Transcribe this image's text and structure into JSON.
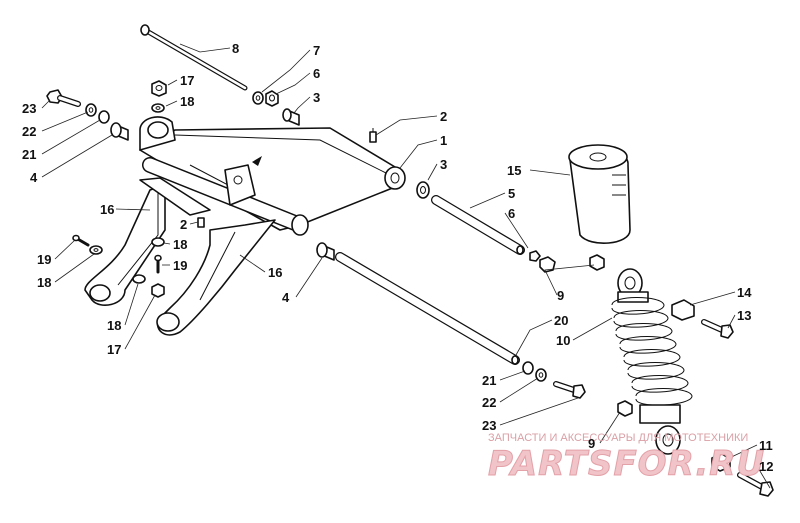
{
  "callouts": [
    {
      "label": "8"
    },
    {
      "label": "7"
    },
    {
      "label": "6"
    },
    {
      "label": "3"
    },
    {
      "label": "17"
    },
    {
      "label": "18"
    },
    {
      "label": "23"
    },
    {
      "label": "22"
    },
    {
      "label": "21"
    },
    {
      "label": "4"
    },
    {
      "label": "2"
    },
    {
      "label": "1"
    },
    {
      "label": "3"
    },
    {
      "label": "15"
    },
    {
      "label": "5"
    },
    {
      "label": "6"
    },
    {
      "label": "16"
    },
    {
      "label": "2"
    },
    {
      "label": "18"
    },
    {
      "label": "19"
    },
    {
      "label": "19"
    },
    {
      "label": "18"
    },
    {
      "label": "16"
    },
    {
      "label": "4"
    },
    {
      "label": "9"
    },
    {
      "label": "14"
    },
    {
      "label": "13"
    },
    {
      "label": "18"
    },
    {
      "label": "17"
    },
    {
      "label": "20"
    },
    {
      "label": "10"
    },
    {
      "label": "21"
    },
    {
      "label": "22"
    },
    {
      "label": "23"
    },
    {
      "label": "9"
    },
    {
      "label": "11"
    },
    {
      "label": "12"
    }
  ],
  "watermark": {
    "caption": "ЗАПЧАСТИ И АКСЕССУАРЫ ДЛЯ МОТОТЕХНИКИ",
    "brand": "PARTSFOR.RU"
  }
}
